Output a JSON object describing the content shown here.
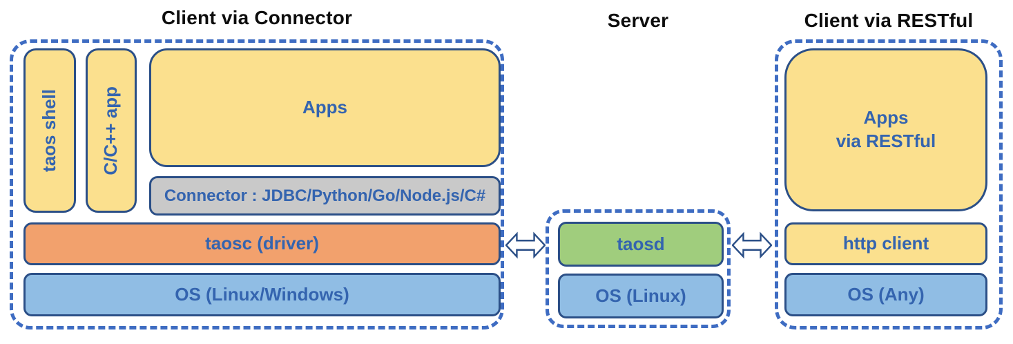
{
  "titles": {
    "left": "Client via Connector",
    "middle": "Server",
    "right": "Client via RESTful"
  },
  "left_section": {
    "taos_shell": "taos shell",
    "cpp_app": "C/C++ app",
    "apps": "Apps",
    "connector": "Connector : JDBC/Python/Go/Node.js/C#",
    "taosc": "taosc (driver)",
    "os": "OS (Linux/Windows)"
  },
  "server_section": {
    "taosd": "taosd",
    "os": "OS (Linux)"
  },
  "right_section": {
    "apps": "Apps\nvia RESTful",
    "http_client": "http client",
    "os": "OS (Any)"
  },
  "icons": {
    "left_link": "double-headed-arrow",
    "right_link": "double-headed-arrow"
  },
  "colors": {
    "dashed_border": "#3e6cc2",
    "box_border": "#2b4f87",
    "yellow_fill": "#fbe08e",
    "gray_fill": "#c9c9c9",
    "orange_fill": "#f2a16d",
    "green_fill": "#a0cd7d",
    "light_blue_fill": "#90bde4",
    "label_text": "#3464af",
    "title_text": "#0d0d0d",
    "arrow_fill": "#ffffff"
  }
}
